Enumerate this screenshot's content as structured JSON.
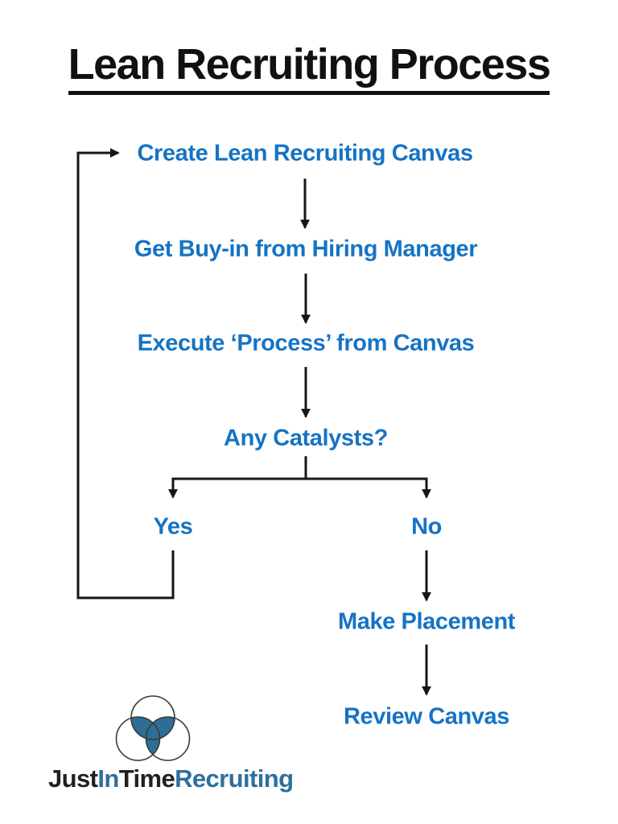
{
  "title": "Lean Recruiting Process",
  "nodes": {
    "step1": "Create Lean Recruiting Canvas",
    "step2": "Get Buy-in from Hiring Manager",
    "step3": "Execute ‘Process’ from Canvas",
    "decision": "Any Catalysts?",
    "yes": "Yes",
    "no": "No",
    "make_placement": "Make Placement",
    "review_canvas": "Review Canvas"
  },
  "edges": [
    "step1 -> step2",
    "step2 -> step3",
    "step3 -> decision",
    "decision -> yes",
    "decision -> no",
    "yes -> step1 (loop back)",
    "no -> make_placement",
    "make_placement -> review_canvas"
  ],
  "logo": {
    "part1": "Just",
    "part2": "In",
    "part3": "Time",
    "part4": "Recruiting",
    "mark": "three-circle-venn"
  },
  "colors": {
    "flow_text": "#1573C4",
    "line": "#161616",
    "logo_dark": "#231F20",
    "logo_blue": "#2E6F9E",
    "venn_fill": "#2D6E96",
    "venn_outline": "#3A3A3A"
  }
}
